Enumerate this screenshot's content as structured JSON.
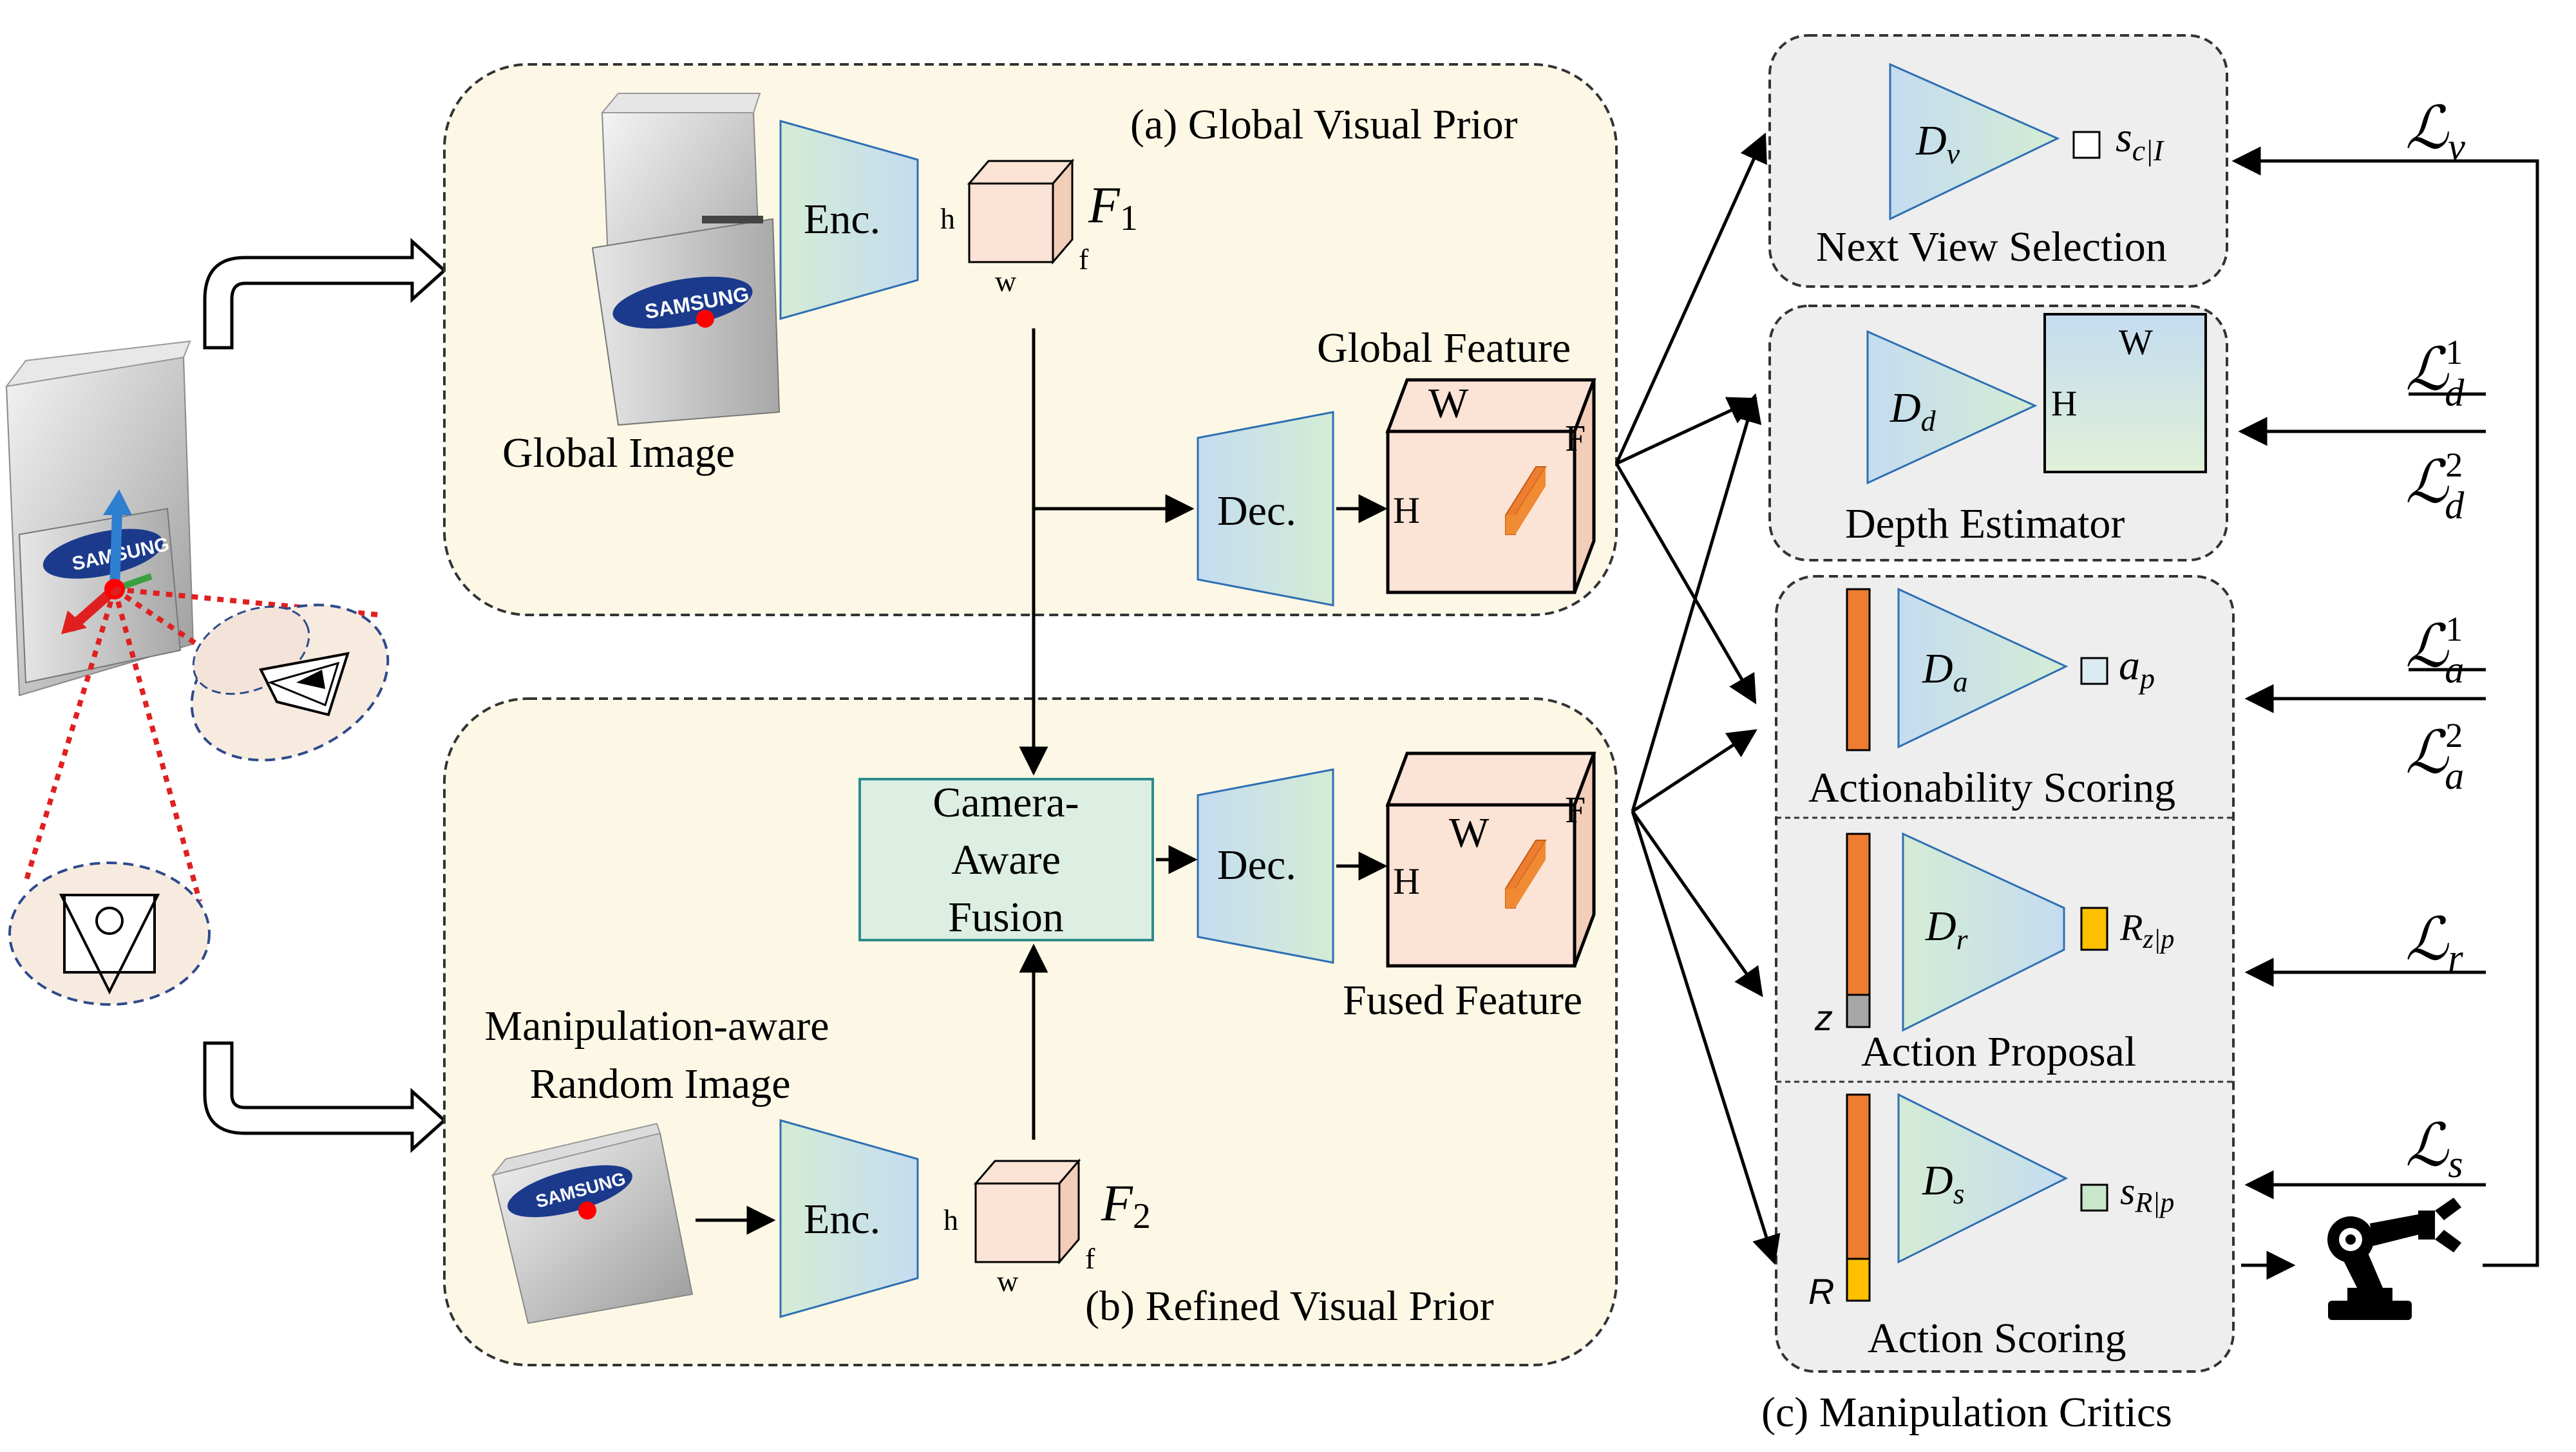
{
  "panels": {
    "global": {
      "label": "(a)   Global Visual Prior",
      "image_label": "Global  Image",
      "encoder": "Enc.",
      "decoder": "Dec.",
      "feature_label": "Global Feature"
    },
    "refined": {
      "label": "(b)   Refined Visual Prior",
      "image_label_line1": "Manipulation-aware",
      "image_label_line2": "Random Image",
      "encoder": "Enc.",
      "decoder": "Dec.",
      "fusion_line1": "Camera-",
      "fusion_line2": "Aware",
      "fusion_line3": "Fusion",
      "feature_label": "Fused Feature"
    },
    "critics": {
      "label": "(c)   Manipulation Critics"
    }
  },
  "small_feature_1": {
    "h": "h",
    "w": "w",
    "f": "f",
    "name_base": "F",
    "name_sub": "1"
  },
  "small_feature_2": {
    "h": "h",
    "w": "w",
    "f": "f",
    "name_base": "F",
    "name_sub": "2"
  },
  "big_feature_1": {
    "H": "H",
    "W": "W",
    "F": "F"
  },
  "big_feature_2": {
    "H": "H",
    "W": "W",
    "F": "F"
  },
  "image_text": {
    "brand": "SAMSUNG"
  },
  "modules": {
    "next_view": {
      "title": "Next View Selection",
      "net_base": "D",
      "net_sub": "v",
      "out_base": "s",
      "out_sub": "c|I",
      "loss_sub": "v"
    },
    "depth": {
      "title": "Depth Estimator",
      "net_base": "D",
      "net_sub": "d",
      "map_h": "H",
      "map_w": "W",
      "loss1": "d",
      "loss1_sup": "1",
      "loss2": "d",
      "loss2_sup": "2"
    },
    "actionability": {
      "title": "Actionability Scoring",
      "net_base": "D",
      "net_sub": "a",
      "out_base": "a",
      "out_sub": "p",
      "loss1": "a",
      "loss1_sup": "1",
      "loss2": "a",
      "loss2_sup": "2"
    },
    "proposal": {
      "title": "Action Proposal",
      "net_base": "D",
      "net_sub": "r",
      "out_base": "R",
      "out_sub": "z|p",
      "latent": "z",
      "loss_sub": "r"
    },
    "scoring": {
      "title": "Action Scoring",
      "net_base": "D",
      "net_sub": "s",
      "out_base": "s",
      "out_sub": "R|p",
      "latent": "R",
      "loss_sub": "s"
    }
  },
  "loss_symbol": "ℒ",
  "colors": {
    "panel_fill": "#fdf8e6",
    "critic_fill": "#eeeeee",
    "feature_fill": "#fbe3d6",
    "orange": "#f08a33",
    "yellow": "#ffc000",
    "green_box": "#c8e6c9",
    "blue_box": "#bcd9ee"
  }
}
